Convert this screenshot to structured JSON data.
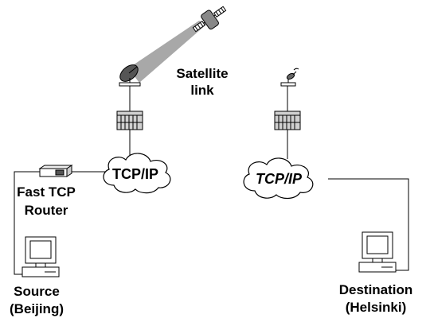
{
  "labels": {
    "satellite_link": [
      "Satellite",
      "link"
    ],
    "fast_tcp_router": [
      "Fast TCP",
      "Router"
    ],
    "source": [
      "Source",
      "(Beijing)"
    ],
    "destination": [
      "Destination",
      "(Helsinki)"
    ]
  },
  "clouds": {
    "left": "TCP/IP",
    "right": "TCP/IP"
  },
  "colors": {
    "line": "#000000",
    "beam": "#a8a8a8",
    "modem": "#d0d0d0",
    "background": "#ffffff"
  },
  "icons": [
    "satellite-icon",
    "satellite-dish-icon",
    "modem-icon",
    "cloud-icon",
    "router-icon",
    "computer-icon"
  ]
}
